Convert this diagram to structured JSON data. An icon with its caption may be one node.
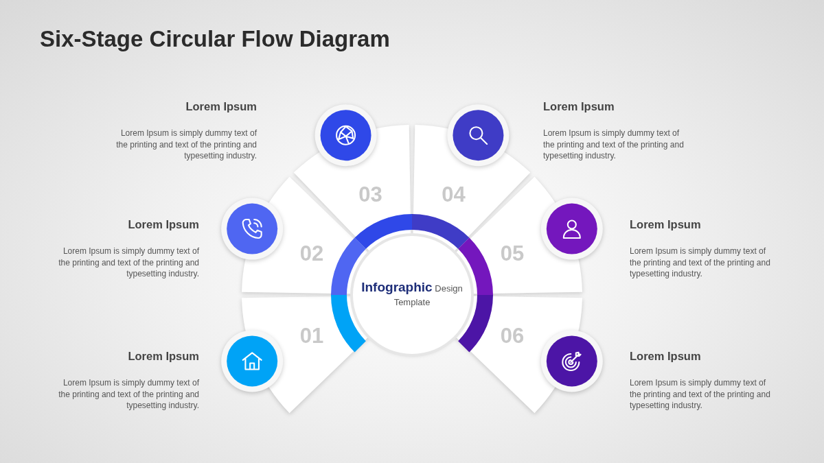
{
  "diagram": {
    "title": "Six-Stage Circular Flow Diagram",
    "nodes": [
      {
        "text": [
          "**Infographic** Design Template"
        ]
      },
      {
        "text": [
          "01"
        ]
      },
      {
        "text": [
          "02"
        ]
      },
      {
        "text": [
          "03"
        ]
      },
      {
        "text": [
          "04"
        ]
      },
      {
        "text": [
          "05"
        ]
      },
      {
        "text": [
          "06"
        ]
      }
    ],
    "labels": [
      "Lorem Ipsum",
      "Lorem Ipsum is simply dummy text of the printing and text of the printing and typesetting industry.",
      "Lorem Ipsum",
      "Lorem Ipsum is simply dummy text of the printing and text of the printing and typesetting industry.",
      "Lorem Ipsum",
      "Lorem Ipsum is simply dummy text of the printing and text of the printing and typesetting industry.",
      "Lorem Ipsum",
      "Lorem Ipsum is simply dummy text of the printing and text of the printing and typesetting industry.",
      "Lorem Ipsum",
      "Lorem Ipsum is simply dummy text of the printing and text of the printing and typesetting industry.",
      "Lorem Ipsum",
      "Lorem Ipsum is simply dummy text of the printing and text of the printing and typesetting industry."
    ]
  }
}
